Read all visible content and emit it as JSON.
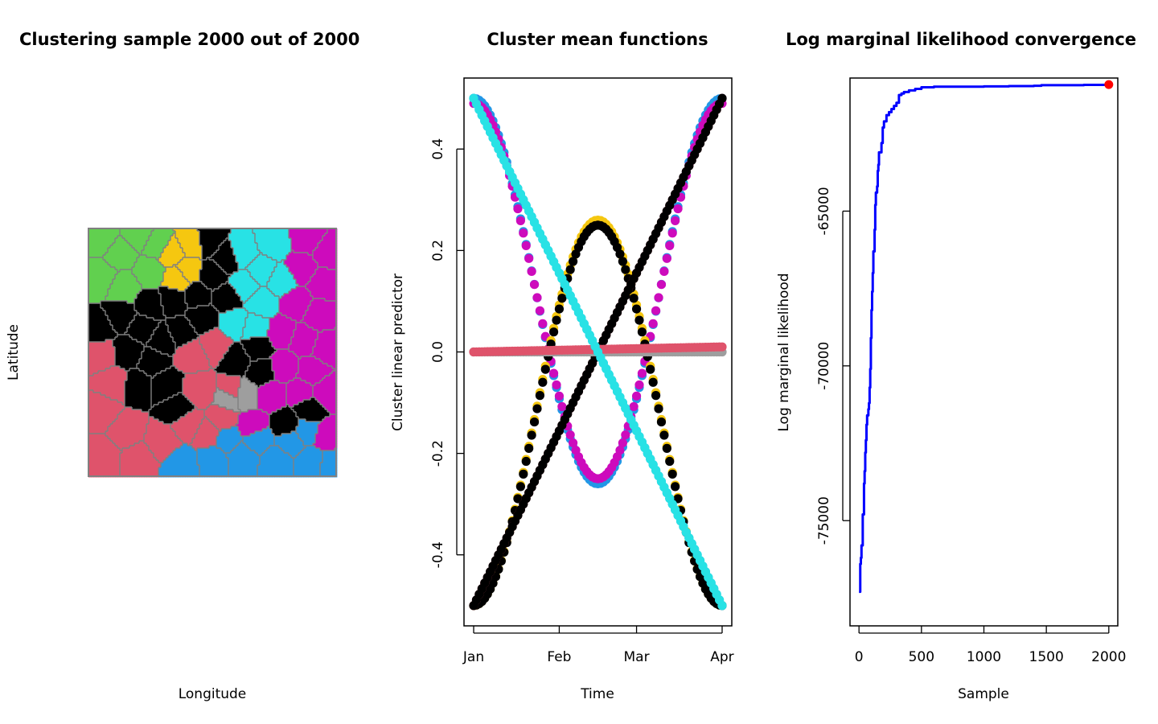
{
  "panels": [
    {
      "title": "Clustering sample 2000 out of 2000",
      "xlabel": "Longitude",
      "ylabel": "Latitude"
    },
    {
      "title": "Cluster mean functions",
      "xlabel": "Time",
      "ylabel": "Cluster linear predictor"
    },
    {
      "title": "Log marginal likelihood convergence",
      "xlabel": "Sample",
      "ylabel": "Log marginal likelihood"
    }
  ],
  "chart_data": [
    {
      "type": "map",
      "title": "Clustering sample 2000 out of 2000",
      "xlabel": "Longitude",
      "ylabel": "Latitude",
      "cluster_colors": [
        "#61d04f",
        "#f5c710",
        "#000000",
        "#28e2e5",
        "#cd0bbc",
        "#df536b",
        "#9e9e9e",
        "#2297e6"
      ],
      "border_color": "#808080"
    },
    {
      "type": "scatter",
      "title": "Cluster mean functions",
      "xlabel": "Time",
      "ylabel": "Cluster linear predictor",
      "x_ticks": [
        "Jan",
        "Feb",
        "Mar",
        "Apr"
      ],
      "x_tick_days": [
        0,
        31,
        59,
        90
      ],
      "y_ticks": [
        -0.4,
        -0.2,
        0.0,
        0.2,
        0.4
      ],
      "xlim_days": [
        -3.5,
        93.5
      ],
      "ylim": [
        -0.54,
        0.54
      ],
      "n_points": 91,
      "series": [
        {
          "color": "#2297e6",
          "shape": "cosine",
          "start": 0.5,
          "end": 0.5,
          "extreme": -0.26
        },
        {
          "color": "#cd0bbc",
          "shape": "cosine",
          "start": 0.49,
          "end": 0.49,
          "extreme": -0.25
        },
        {
          "color": "#f5c710",
          "shape": "concave",
          "start": -0.5,
          "end": -0.5,
          "extreme": 0.26
        },
        {
          "color": "#000000",
          "shape": "concave",
          "start": -0.5,
          "end": -0.49,
          "extreme": 0.25
        },
        {
          "color": "#df536b",
          "shape": "linear",
          "start": -0.5,
          "end": 0.5
        },
        {
          "color": "#000000",
          "shape": "linear",
          "start": -0.5,
          "end": 0.5
        },
        {
          "color": "#9e9e9e",
          "shape": "linear",
          "start": 0.0,
          "end": 0.0
        },
        {
          "color": "#df536b",
          "shape": "linear",
          "start": 0.0,
          "end": 0.01
        },
        {
          "color": "#2297e6",
          "shape": "linear",
          "start": 0.5,
          "end": -0.5
        },
        {
          "color": "#28e2e5",
          "shape": "linear",
          "start": 0.5,
          "end": -0.5
        }
      ]
    },
    {
      "type": "line",
      "title": "Log marginal likelihood convergence",
      "xlabel": "Sample",
      "ylabel": "Log marginal likelihood",
      "x_ticks": [
        0,
        500,
        1000,
        1500,
        2000
      ],
      "y_ticks": [
        -75000,
        -70000,
        -65000
      ],
      "xlim": [
        -72,
        2072
      ],
      "ylim": [
        -78400,
        -60700
      ],
      "line_color": "#0000ff",
      "end_point_color": "#ff0000",
      "series": [
        {
          "x": [
            0,
            5,
            10,
            15,
            20,
            25,
            30,
            35,
            40,
            45,
            50,
            55,
            60,
            65,
            70,
            75,
            80,
            85,
            90,
            95,
            100,
            105,
            110,
            115,
            120,
            125,
            130,
            135,
            140,
            145,
            150,
            155,
            160,
            170,
            180,
            190,
            200,
            210,
            220,
            240,
            260,
            280,
            300,
            320,
            340,
            360,
            400,
            450,
            500,
            600,
            700,
            800,
            1000,
            1200,
            1400,
            1460,
            1600,
            1800,
            2000
          ],
          "y": [
            -77300,
            -77300,
            -76400,
            -76200,
            -75800,
            -75800,
            -74800,
            -74800,
            -73800,
            -73400,
            -72800,
            -72400,
            -71900,
            -71600,
            -71600,
            -71400,
            -71200,
            -70700,
            -70100,
            -69100,
            -68200,
            -67600,
            -67000,
            -66300,
            -66300,
            -65600,
            -64800,
            -64400,
            -64400,
            -64200,
            -63700,
            -63500,
            -63100,
            -63100,
            -62800,
            -62300,
            -62100,
            -62100,
            -61900,
            -61800,
            -61700,
            -61600,
            -61500,
            -61250,
            -61200,
            -61150,
            -61100,
            -61050,
            -61000,
            -60980,
            -60980,
            -60980,
            -60970,
            -60960,
            -60950,
            -60930,
            -60930,
            -60920,
            -60910
          ]
        }
      ]
    }
  ]
}
